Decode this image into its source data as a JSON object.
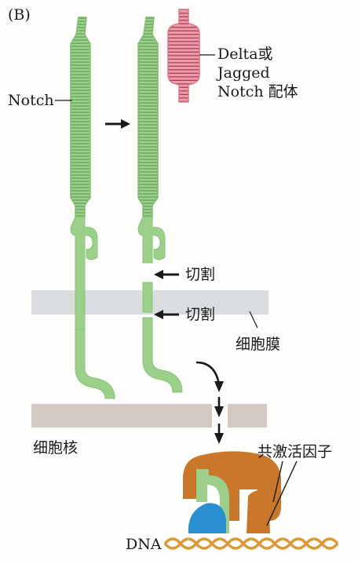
{
  "panel_label": "(B)",
  "labels": {
    "notch": "Notch",
    "ligand_line1": "Delta或",
    "ligand_line2": "Jagged",
    "ligand_line3": "Notch 配体",
    "cleavage_1": "切割",
    "cleavage_2": "切割",
    "cell_membrane": "细胞膜",
    "nucleus": "细胞核",
    "coactivator": "共激活因子",
    "dna": "DNA"
  },
  "colors": {
    "notch_green": "#9ccf8a",
    "notch_stripe": "#5e9e57",
    "ligand_pink": "#ee9aa9",
    "ligand_stripe": "#9d3f52",
    "membrane": "#d9dddf",
    "nuclear_envelope": "#d4c8c2",
    "coactivator_orange": "#c9782b",
    "cofactor_blue": "#2a8fd0",
    "dna_gold": "#d99a3a",
    "arrow": "#1a1a1a"
  }
}
